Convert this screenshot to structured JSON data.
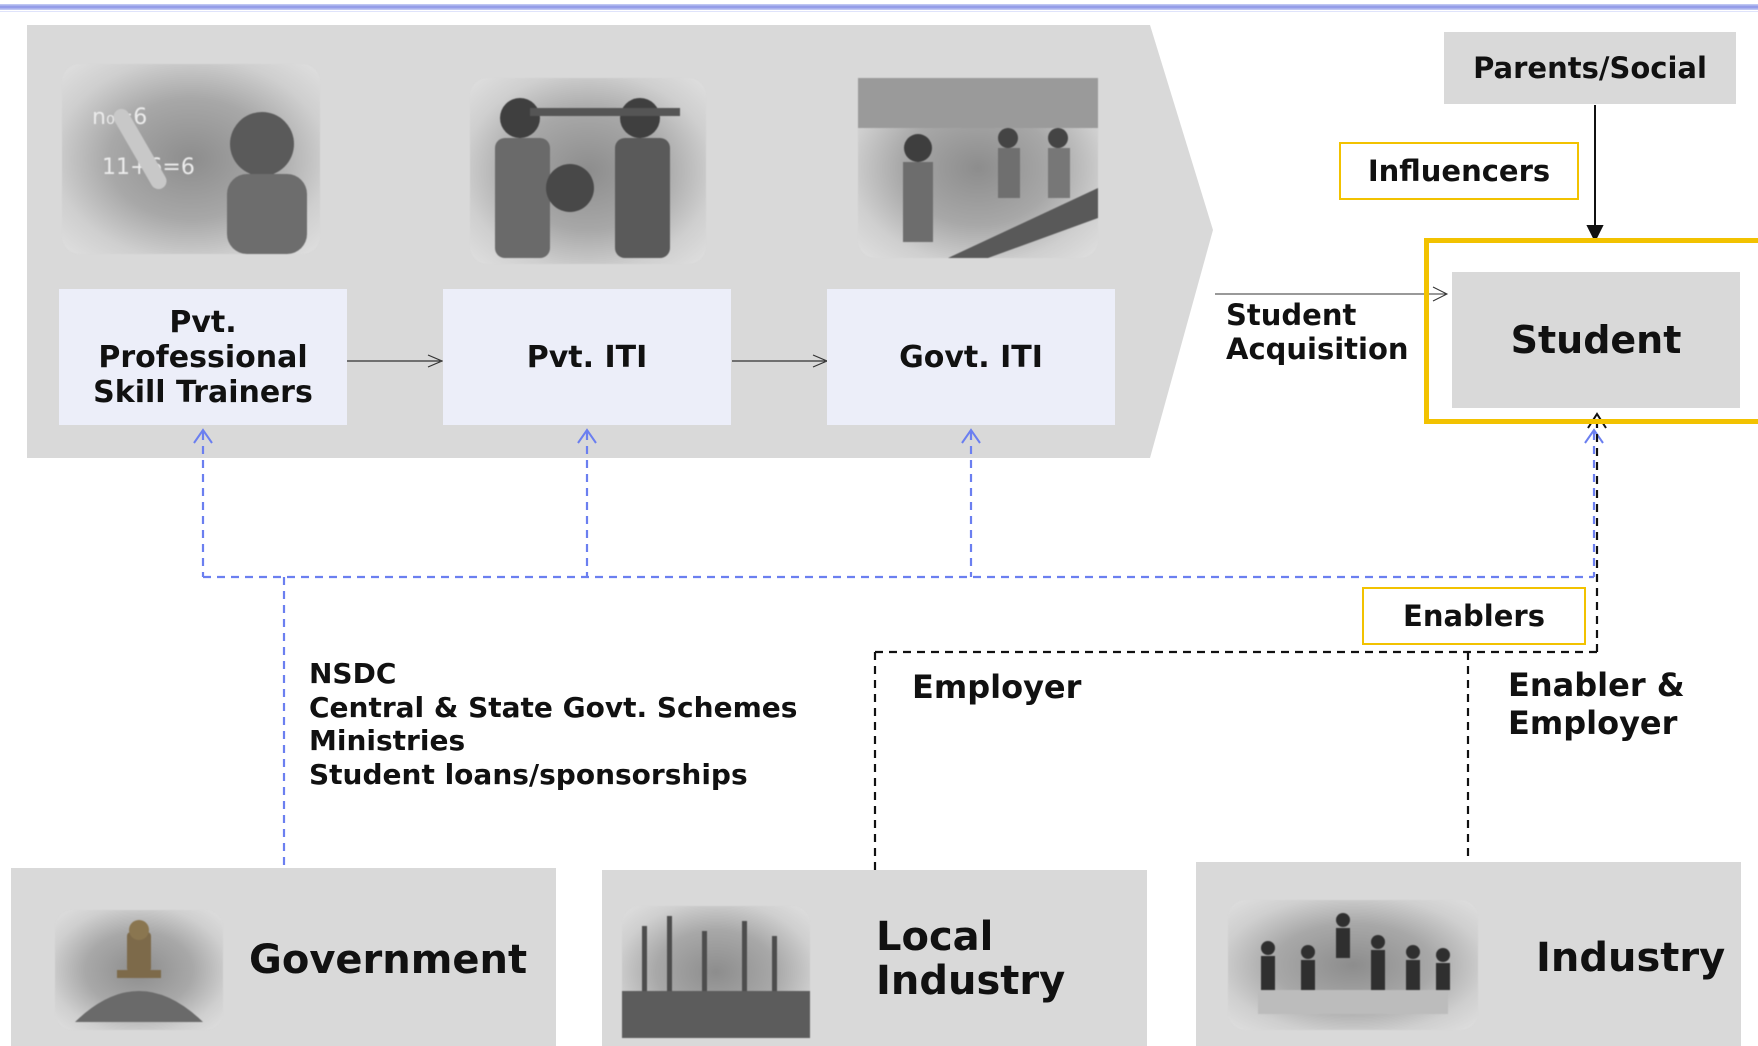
{
  "header": {
    "accent_color": "#8a93e6"
  },
  "pipeline": {
    "banner_color": "#d9d9d9",
    "stages": [
      {
        "label": "Pvt.\nProfessional\nSkill Trainers",
        "photo": "teacher-at-blackboard-photo"
      },
      {
        "label": "Pvt. ITI",
        "photo": "workshop-machine-photo"
      },
      {
        "label": "Govt. ITI",
        "photo": "training-hall-photo"
      }
    ]
  },
  "acquisition": {
    "label": "Student\nAcquisition"
  },
  "student": {
    "label": "Student",
    "highlight_color": "#f2c200"
  },
  "parents": {
    "label": "Parents/Social"
  },
  "influencers": {
    "label": "Influencers"
  },
  "enablers": {
    "label": "Enablers"
  },
  "funding": {
    "lines": [
      "NSDC",
      "Central & State Govt. Schemes",
      "Ministries",
      "Student loans/sponsorships"
    ]
  },
  "employer": {
    "label": "Employer"
  },
  "enabler_employer": {
    "label": "Enabler &\nEmployer"
  },
  "entities": [
    {
      "label": "Government",
      "icon": "state-emblem-icon"
    },
    {
      "label": "Local\n Industry",
      "icon": "factory-skyline-icon"
    },
    {
      "label": "Industry",
      "icon": "business-people-icon"
    }
  ],
  "colors": {
    "enabler_link": "#6b7ff0",
    "employer_link": "#111111",
    "tag_border": "#f2c200"
  }
}
